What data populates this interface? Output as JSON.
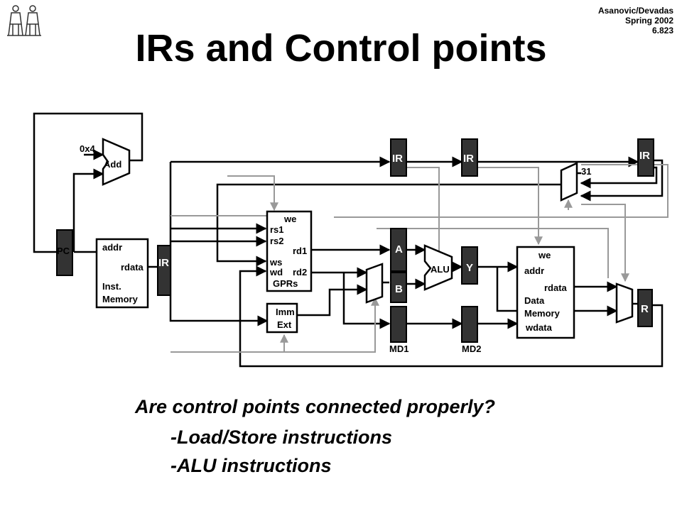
{
  "header": {
    "authors": "Asanovic/Devadas",
    "term": "Spring 2002",
    "course": "6.823"
  },
  "title": "IRs and Control points",
  "diagram": {
    "const_4": "0x4",
    "add": "Add",
    "pc": "PC",
    "imem": {
      "addr": "addr",
      "rdata": "rdata",
      "name1": "Inst.",
      "name2": "Memory"
    },
    "ir": "IR",
    "gpr": {
      "we": "we",
      "rs1": "rs1",
      "rs2": "rs2",
      "ws": "ws",
      "wd": "wd",
      "rd1": "rd1",
      "rd2": "rd2",
      "name": "GPRs"
    },
    "imm1": "Imm",
    "imm2": "Ext",
    "reg_a": "A",
    "reg_b": "B",
    "alu": "ALU",
    "reg_y": "Y",
    "md1": "MD1",
    "md2": "MD2",
    "dmem": {
      "we": "we",
      "addr": "addr",
      "rdata": "rdata",
      "name1": "Data",
      "name2": "Memory",
      "wdata": "wdata"
    },
    "reg_r": "R",
    "const_31": "31"
  },
  "question": "Are control points connected properly?",
  "bullets": [
    "-Load/Store instructions",
    "-ALU instructions"
  ]
}
